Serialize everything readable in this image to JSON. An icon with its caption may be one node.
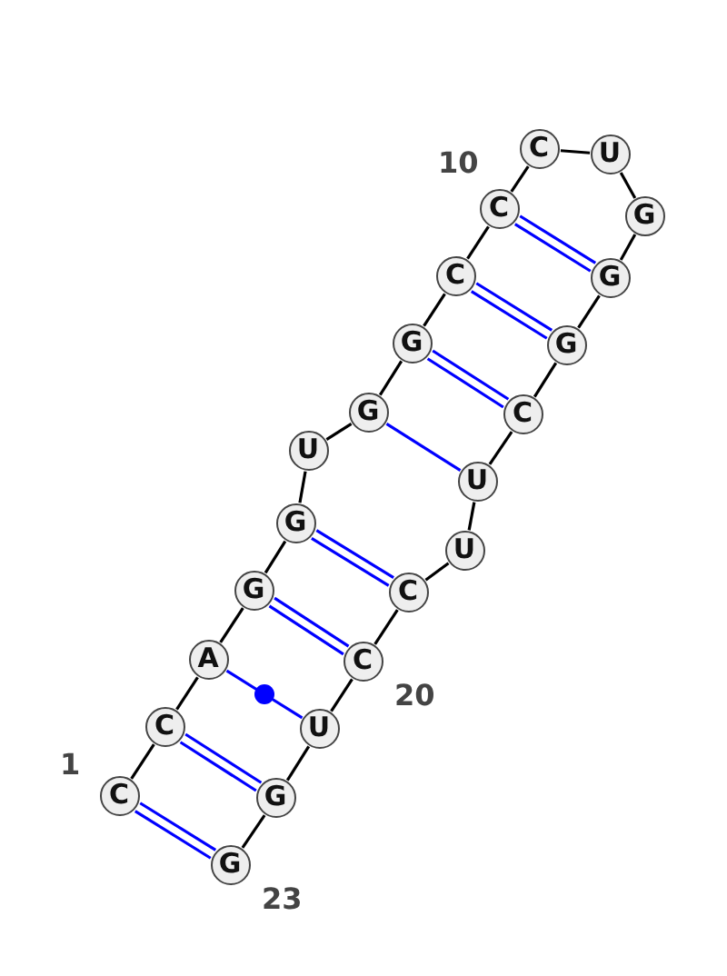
{
  "diagram": {
    "nodes": [
      {
        "text": [
          "C"
        ],
        "beside": [
          "1"
        ]
      },
      {
        "text": [
          "C"
        ]
      },
      {
        "text": [
          "A"
        ]
      },
      {
        "text": [
          "G"
        ]
      },
      {
        "text": [
          "G"
        ]
      },
      {
        "text": [
          "U"
        ]
      },
      {
        "text": [
          "G"
        ]
      },
      {
        "text": [
          "G"
        ]
      },
      {
        "text": [
          "C"
        ]
      },
      {
        "text": [
          "C"
        ],
        "beside": [
          "10"
        ]
      },
      {
        "text": [
          "C"
        ]
      },
      {
        "text": [
          "U"
        ]
      },
      {
        "text": [
          "G"
        ]
      },
      {
        "text": [
          "G"
        ]
      },
      {
        "text": [
          "G"
        ]
      },
      {
        "text": [
          "C"
        ]
      },
      {
        "text": [
          "U"
        ]
      },
      {
        "text": [
          "U"
        ]
      },
      {
        "text": [
          "C"
        ]
      },
      {
        "text": [
          "C"
        ],
        "beside": [
          "20"
        ]
      },
      {
        "text": [
          "U"
        ]
      },
      {
        "text": [
          "G"
        ]
      },
      {
        "text": [
          "G"
        ],
        "beside": [
          "23"
        ]
      }
    ],
    "edges": [
      {
        "from": 0,
        "to": 1,
        "arrow": "none"
      },
      {
        "from": 1,
        "to": 2,
        "arrow": "none"
      },
      {
        "from": 2,
        "to": 3,
        "arrow": "none"
      },
      {
        "from": 3,
        "to": 4,
        "arrow": "none"
      },
      {
        "from": 4,
        "to": 5,
        "arrow": "none"
      },
      {
        "from": 5,
        "to": 6,
        "arrow": "none"
      },
      {
        "from": 6,
        "to": 7,
        "arrow": "none"
      },
      {
        "from": 7,
        "to": 8,
        "arrow": "none"
      },
      {
        "from": 8,
        "to": 9,
        "arrow": "none"
      },
      {
        "from": 9,
        "to": 10,
        "arrow": "none"
      },
      {
        "from": 10,
        "to": 11,
        "arrow": "none"
      },
      {
        "from": 11,
        "to": 12,
        "arrow": "none"
      },
      {
        "from": 12,
        "to": 13,
        "arrow": "none"
      },
      {
        "from": 13,
        "to": 14,
        "arrow": "none"
      },
      {
        "from": 14,
        "to": 15,
        "arrow": "none"
      },
      {
        "from": 15,
        "to": 16,
        "arrow": "none"
      },
      {
        "from": 16,
        "to": 17,
        "arrow": "none"
      },
      {
        "from": 17,
        "to": 18,
        "arrow": "none"
      },
      {
        "from": 18,
        "to": 19,
        "arrow": "none"
      },
      {
        "from": 19,
        "to": 20,
        "arrow": "none"
      },
      {
        "from": 20,
        "to": 21,
        "arrow": "none"
      },
      {
        "from": 21,
        "to": 22,
        "arrow": "none"
      },
      {
        "from": 0,
        "to": 22,
        "arrow": "none",
        "color": "#0000ff"
      },
      {
        "from": 1,
        "to": 21,
        "arrow": "none",
        "color": "#0000ff"
      },
      {
        "from": 2,
        "to": 20,
        "arrow": "none",
        "color": "#0000ff"
      },
      {
        "from": 3,
        "to": 19,
        "arrow": "none",
        "color": "#0000ff"
      },
      {
        "from": 4,
        "to": 18,
        "arrow": "none",
        "color": "#0000ff"
      },
      {
        "from": 6,
        "to": 16,
        "arrow": "none",
        "color": "#0000ff"
      },
      {
        "from": 7,
        "to": 15,
        "arrow": "none",
        "color": "#0000ff"
      },
      {
        "from": 8,
        "to": 14,
        "arrow": "none",
        "color": "#0000ff"
      },
      {
        "from": 9,
        "to": 13,
        "arrow": "none",
        "color": "#0000ff"
      }
    ]
  }
}
